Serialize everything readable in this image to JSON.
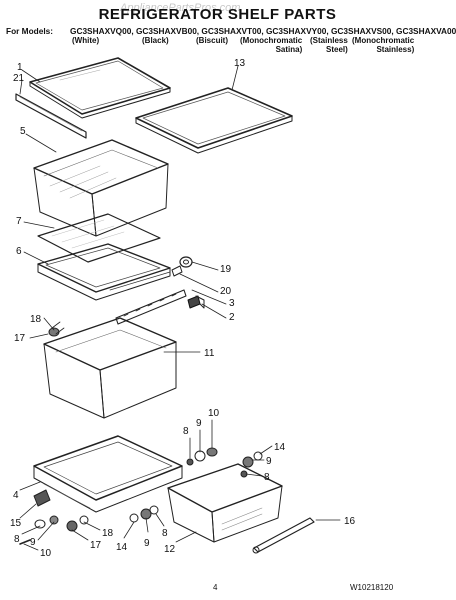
{
  "header": {
    "watermark": "AppliancePartsPros.com",
    "title": "REFRIGERATOR SHELF PARTS",
    "models_prefix": "For Models:",
    "models": "GC3SHAXVQ00, GC3SHAXVB00, GC3SHAXVT00, GC3SHAXVY00, GC3SHAXVS00, GC3SHAXVA00",
    "variants": [
      "(White)",
      "(Black)",
      "(Biscuit)",
      "(Monochromatic\nSatina)",
      "(Stainless\nSteel)",
      "(Monochromatic\nStainless)"
    ]
  },
  "callouts": [
    "1",
    "21",
    "13",
    "5",
    "7",
    "6",
    "19",
    "20",
    "3",
    "2",
    "18",
    "17",
    "11",
    "8",
    "9",
    "10",
    "14",
    "9",
    "8",
    "4",
    "15",
    "8",
    "9",
    "10",
    "18",
    "17",
    "14",
    "9",
    "8",
    "12",
    "16"
  ],
  "footer": {
    "page_number": "4",
    "doc_code": "W10218120"
  }
}
